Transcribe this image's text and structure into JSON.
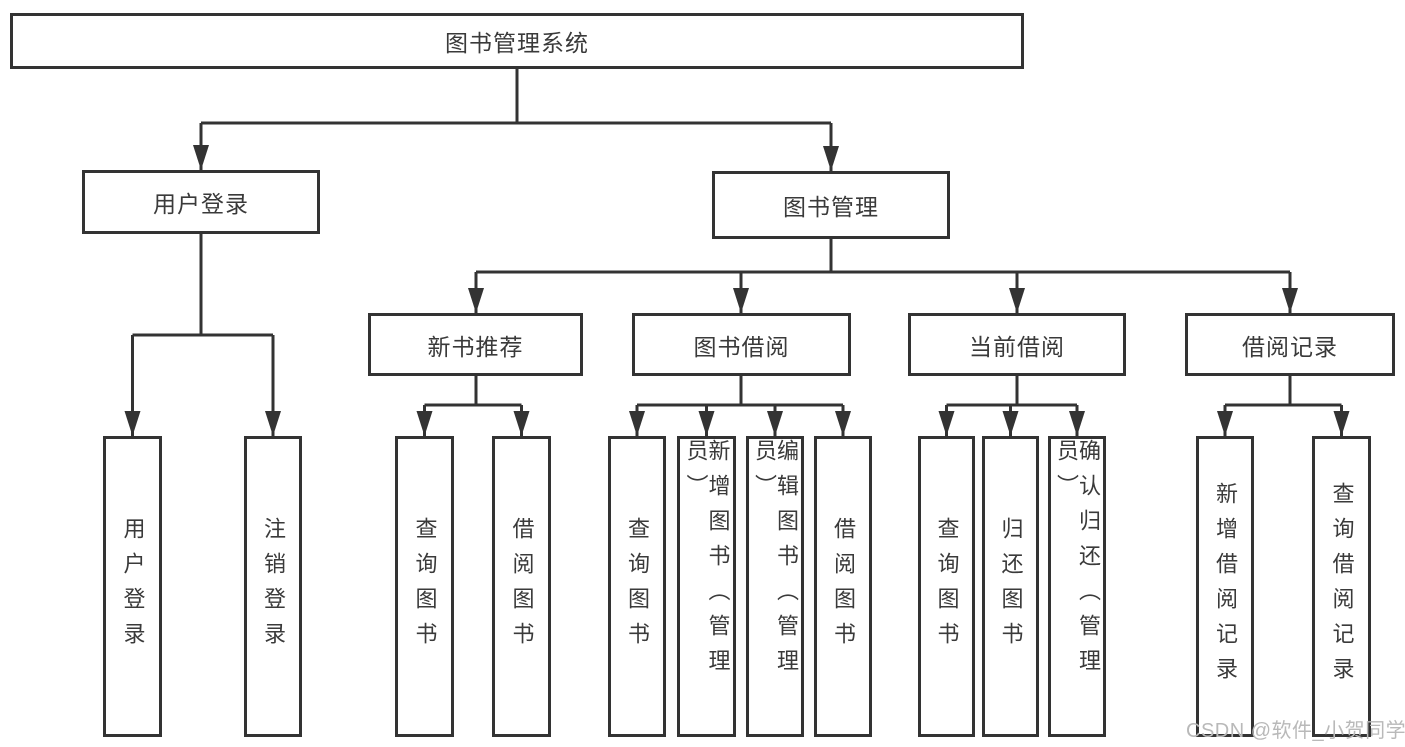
{
  "tree": {
    "label": "图书管理系统",
    "children": [
      {
        "label": "用户登录",
        "children": [
          {
            "label": "用户登录"
          },
          {
            "label": "注销登录"
          }
        ]
      },
      {
        "label": "图书管理",
        "children": [
          {
            "label": "新书推荐",
            "children": [
              {
                "label": "查询图书"
              },
              {
                "label": "借阅图书"
              }
            ]
          },
          {
            "label": "图书借阅",
            "children": [
              {
                "label": "查询图书"
              },
              {
                "label": "新增图书（管理员）"
              },
              {
                "label": "编辑图书（管理员）"
              },
              {
                "label": "借阅图书"
              }
            ]
          },
          {
            "label": "当前借阅",
            "children": [
              {
                "label": "查询图书"
              },
              {
                "label": "归还图书"
              },
              {
                "label": "确认归还（管理员）"
              }
            ]
          },
          {
            "label": "借阅记录",
            "children": [
              {
                "label": "新增借阅记录"
              },
              {
                "label": "查询借阅记录"
              }
            ]
          }
        ]
      }
    ]
  },
  "watermark": {
    "text": "CSDN @软件_小贺同学"
  },
  "colors": {
    "line": "#333333",
    "text": "#3a3a3a",
    "watermark": "#b9b9b9",
    "background": "#ffffff"
  }
}
